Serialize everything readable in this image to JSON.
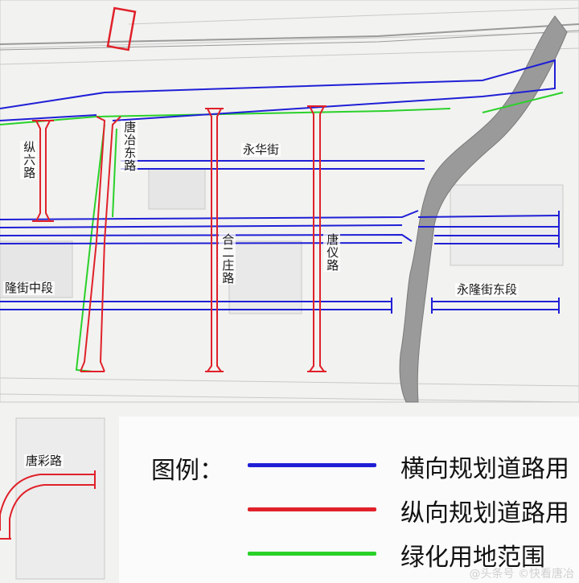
{
  "map": {
    "road_labels": {
      "zong_liu": "纵六路",
      "tang_ye_dong": "唐冶东路",
      "yong_hua": "永华街",
      "he_er_zhuang": "合二庄路",
      "tang_yi": "唐仪路",
      "yong_long_zhong": "隆街中段",
      "yong_long_dong": "永隆街东段",
      "tang_cai": "唐彩路"
    }
  },
  "legend": {
    "title": "图例：",
    "items": [
      {
        "label": "横向规划道路用",
        "color": "#1f1fd6"
      },
      {
        "label": "纵向规划道路用",
        "color": "#e0212a"
      },
      {
        "label": "绿化用地范围",
        "color": "#2ad12a"
      }
    ]
  },
  "colors": {
    "horizontal_road": "#1f1fd6",
    "vertical_road": "#e0212a",
    "green_area": "#2ad12a",
    "river": "#8a8a8a",
    "background": "#f2f2f0"
  },
  "watermark": "@头条号 ©快看唐冶"
}
